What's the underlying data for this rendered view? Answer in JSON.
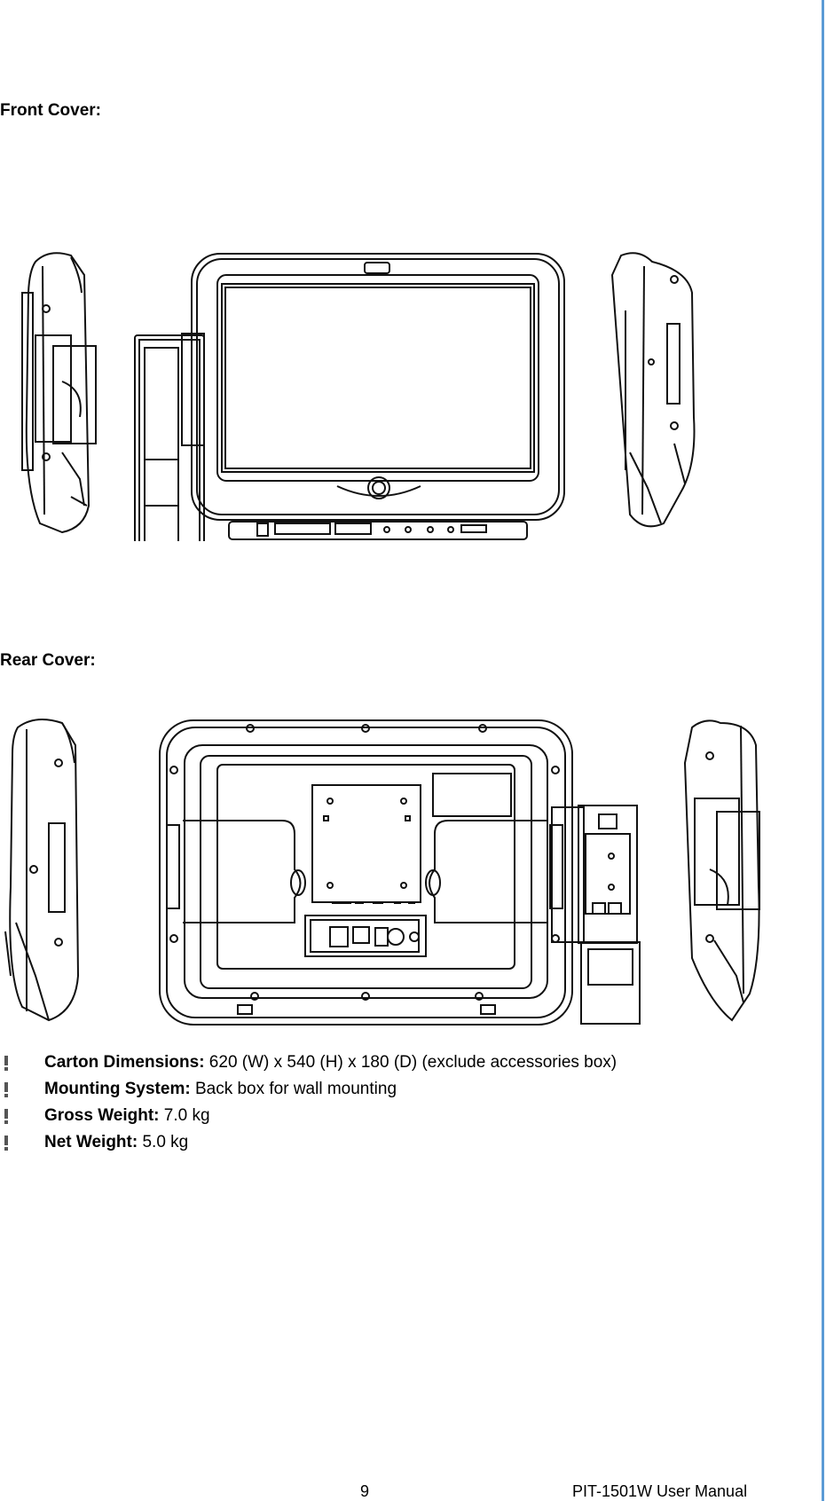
{
  "sections": {
    "front_title": "Front Cover:",
    "rear_title": "Rear Cover:"
  },
  "specs": [
    {
      "label": "Carton Dimensions:",
      "value": " 620 (W) x 540 (H) x 180 (D) (exclude accessories box)"
    },
    {
      "label": "Mounting System:",
      "value": " Back box for wall mounting"
    },
    {
      "label": "Gross Weight:",
      "value": " 7.0 kg"
    },
    {
      "label": "Net Weight:",
      "value": " 5.0 kg"
    }
  ],
  "footer": {
    "page_number": "9",
    "manual_title": "PIT-1501W User Manual"
  },
  "colors": {
    "page_rule": "#5b9bd5",
    "line_art": "#111111"
  }
}
